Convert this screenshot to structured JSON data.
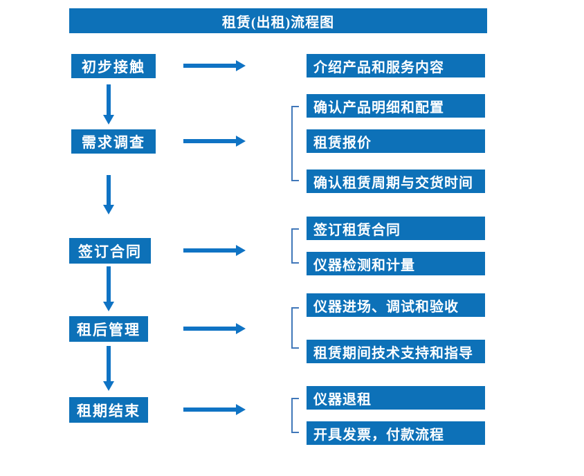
{
  "title": "租赁(出租)流程图",
  "colors": {
    "box_blue": "#0d71b8",
    "arrow_blue": "#0f73c4",
    "bracket_blue": "#4077b9",
    "text_white": "#ffffff"
  },
  "steps": [
    {
      "label": "初步接触",
      "details": [
        "介绍产品和服务内容"
      ]
    },
    {
      "label": "需求调查",
      "details": [
        "确认产品明细和配置",
        "租赁报价",
        "确认租赁周期与交货时间"
      ]
    },
    {
      "label": "签订合同",
      "details": [
        "签订租赁合同",
        "仪器检测和计量"
      ]
    },
    {
      "label": "租后管理",
      "details": [
        "仪器进场、调试和验收",
        "租赁期间技术支持和指导"
      ]
    },
    {
      "label": "租期结束",
      "details": [
        "仪器退租",
        "开具发票，付款流程"
      ]
    }
  ]
}
